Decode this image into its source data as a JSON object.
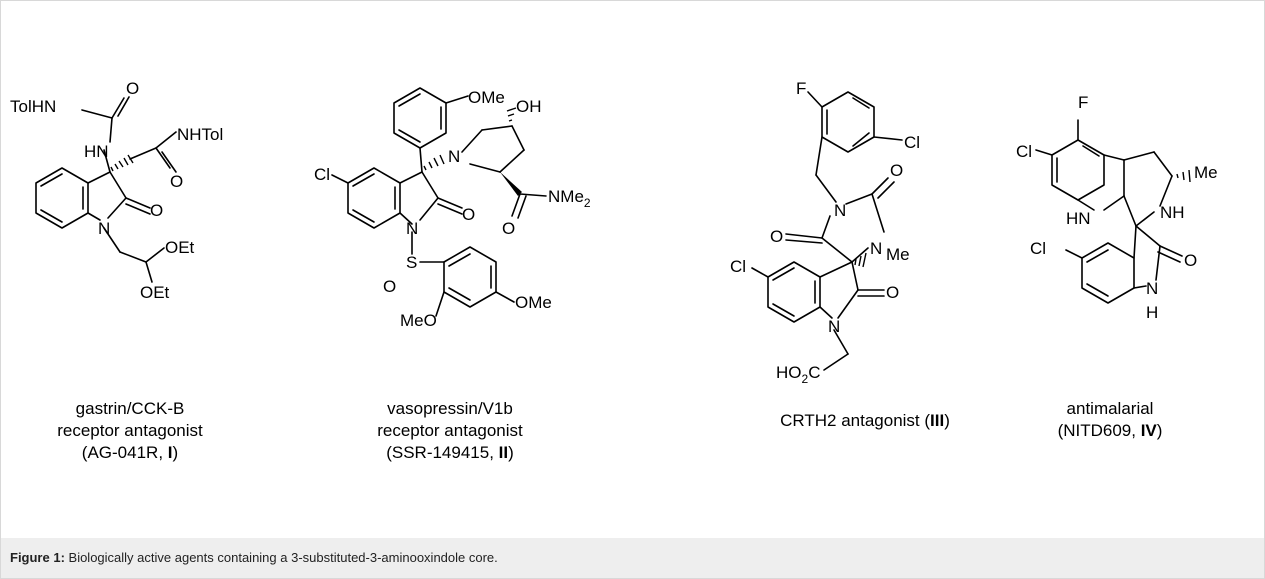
{
  "figure": {
    "caption_label": "Figure 1:",
    "caption_text": " Biologically active agents containing a 3-substituted-3-aminooxindole core."
  },
  "compounds": [
    {
      "line1": "gastrin/CCK-B",
      "line2": "receptor antagonist",
      "line3_prefix": "(AG-041R, ",
      "line3_bold": "I",
      "line3_suffix": ")"
    },
    {
      "line1": "vasopressin/V1b",
      "line2": "receptor antagonist",
      "line3_prefix": "(SSR-149415, ",
      "line3_bold": "II",
      "line3_suffix": ")"
    },
    {
      "line1_prefix": "CRTH2 antagonist (",
      "line1_bold": "III",
      "line1_suffix": ")"
    },
    {
      "line1": "antimalarial",
      "line2_prefix": "(NITD609, ",
      "line2_bold": "IV",
      "line2_suffix": ")"
    }
  ],
  "atom_labels": {
    "c1": {
      "tolhn": "TolHN",
      "o_urea": "O",
      "hn": "HN",
      "nhtol": "NHTol",
      "o_amide": "O",
      "o_lactam": "O",
      "n": "N",
      "oet1": "OEt",
      "oet2": "OEt"
    },
    "c2": {
      "oh": "OH",
      "ome_top": "OMe",
      "n_pyr": "N",
      "cl": "Cl",
      "o_lactam": "O",
      "nme2": "NMe",
      "nme2_sub": "2",
      "o_amide": "O",
      "n_ind": "N",
      "s": "S",
      "o_s1": "O",
      "ome_right": "OMe",
      "meo": "MeO"
    },
    "c3": {
      "f": "F",
      "cl_top": "Cl",
      "n_top": "N",
      "o_right": "O",
      "o_left": "O",
      "n_me": "N",
      "me": "Me",
      "cl_left": "Cl",
      "o_lactam": "O",
      "n_ind": "N",
      "ho2c_ho": "HO",
      "ho2c_sub": "2",
      "ho2c_c": "C"
    },
    "c4": {
      "f": "F",
      "cl_top": "Cl",
      "hn_indole": "HN",
      "me": "Me",
      "nh": "NH",
      "cl_bottom": "Cl",
      "o_lactam": "O",
      "n_lactam": "N",
      "h_lactam": "H"
    }
  }
}
